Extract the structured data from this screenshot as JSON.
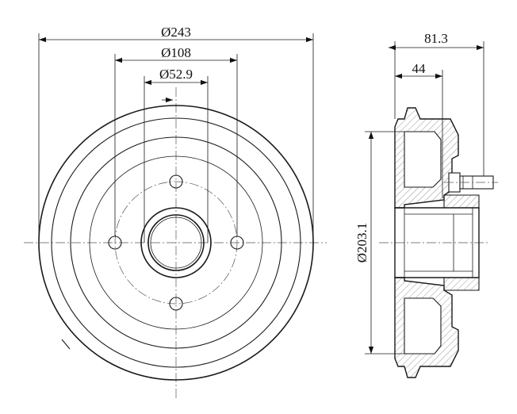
{
  "front_view": {
    "dim_outer": "Ø243",
    "dim_bolt_circle": "Ø108",
    "dim_center_bore": "Ø52.9"
  },
  "side_view": {
    "dim_total_width": "81.3",
    "dim_inner_depth": "44",
    "dim_braking_surface": "Ø203.1"
  }
}
